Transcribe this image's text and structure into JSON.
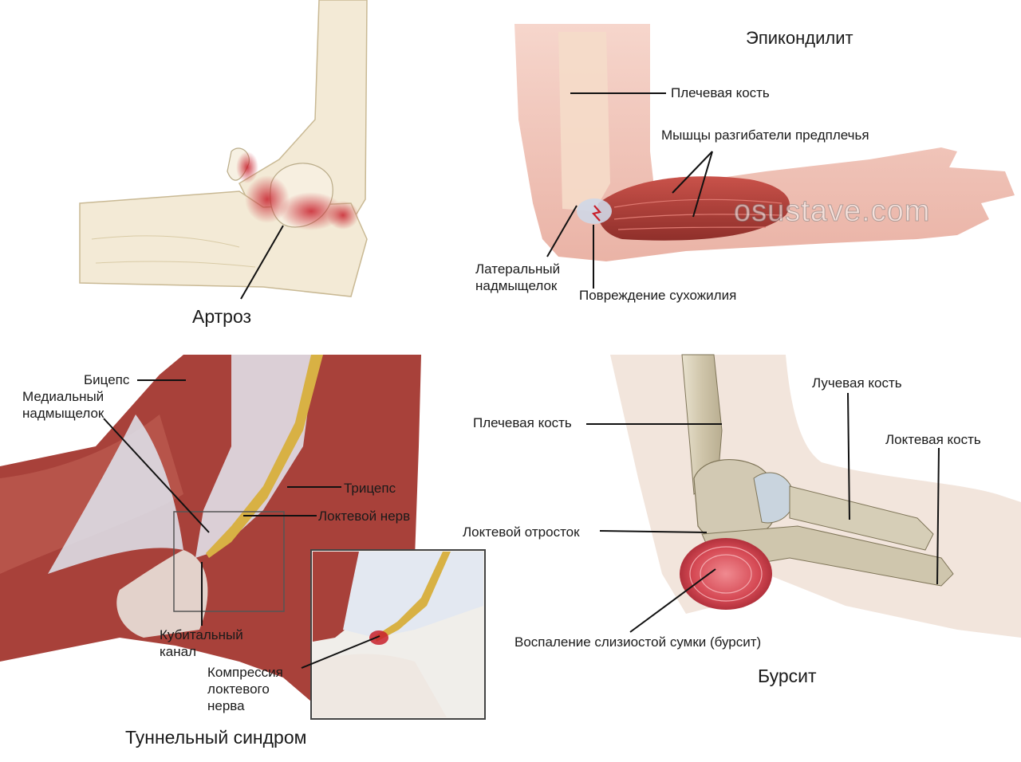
{
  "panels": {
    "arthrosis": {
      "title": "Артроз"
    },
    "epicondylitis": {
      "title": "Эпикондилит",
      "labels": {
        "humerus": "Плечевая кость",
        "extensors": "Мышцы разгибатели предплечья",
        "lateral_epicondyle": "Латеральный\nнадмыщелок",
        "tendon_damage": "Повреждение сухожилия"
      },
      "watermark": "osustave.com"
    },
    "tunnel": {
      "title": "Туннельный синдром",
      "labels": {
        "biceps": "Бицепс",
        "medial_epicondyle": "Медиальный\nнадмыщелок",
        "triceps": "Трицепс",
        "ulnar_nerve": "Локтевой нерв",
        "cubital_canal": "Кубитальный\nканал",
        "compression": "Компрессия\nлоктевого\nнерва"
      }
    },
    "bursitis": {
      "title": "Бурсит",
      "labels": {
        "humerus": "Плечевая кость",
        "radius": "Лучевая кость",
        "ulna": "Локтевая кость",
        "olecranon": "Локтевой отросток",
        "bursa": "Воспаление слизиостой сумки (бурсит)"
      }
    }
  },
  "colors": {
    "bone_light": "#f3ead6",
    "bone_outline": "#c9b994",
    "inflammation": "#c8202c",
    "skin": "#f4c9bf",
    "muscle": "#a8413a",
    "nerve": "#d8b144",
    "bursa": "#d84a55",
    "leader": "#111111"
  }
}
